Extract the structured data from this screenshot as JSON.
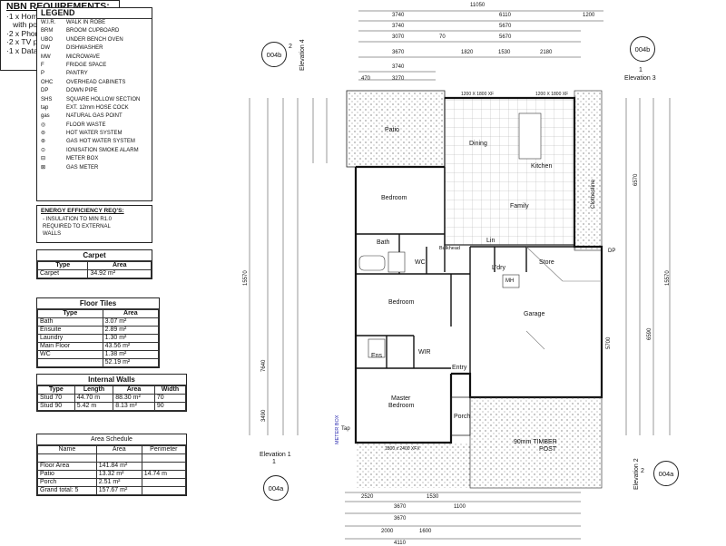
{
  "legend": {
    "title": "LEGEND",
    "items": [
      {
        "code": "W.I.R.",
        "desc": "WALK IN ROBE"
      },
      {
        "code": "BRM",
        "desc": "BROOM CUPBOARD"
      },
      {
        "code": "UBO",
        "desc": "UNDER BENCH OVEN"
      },
      {
        "code": "DW",
        "desc": "DISHWASHER"
      },
      {
        "code": "MW",
        "desc": "MICROWAVE"
      },
      {
        "code": "F",
        "desc": "FRIDGE SPACE"
      },
      {
        "code": "P",
        "desc": "PANTRY"
      },
      {
        "code": "OHC",
        "desc": "OVERHEAD CABINETS"
      },
      {
        "code": "DP",
        "desc": "DOWN PIPE"
      },
      {
        "code": "SHS",
        "desc": "SQUARE HOLLOW SECTION"
      },
      {
        "code": "tap",
        "desc": "EXT. 12mm HOSE COCK"
      },
      {
        "code": "gas",
        "desc": "NATURAL GAS POINT"
      },
      {
        "code": "",
        "desc": "FLOOR WASTE"
      },
      {
        "code": "",
        "desc": "HOT WATER SYSTEM"
      },
      {
        "code": "",
        "desc": "GAS HOT WATER SYSTEM"
      },
      {
        "code": "",
        "desc": "IONISATION SMOKE ALARM"
      },
      {
        "code": "",
        "desc": "METER BOX"
      },
      {
        "code": "",
        "desc": "GAS METER"
      }
    ]
  },
  "energy": {
    "title": "ENERGY EFFICIENCY REQ'S:",
    "lines": [
      "- INSULATION TO MIN R1.0",
      "REQUIRED TO EXTERNAL",
      "WALLS"
    ]
  },
  "carpet": {
    "title": "Carpet",
    "headers": [
      "Type",
      "Area"
    ],
    "rows": [
      [
        "Carpet",
        "34.92 m²"
      ]
    ]
  },
  "floor_tiles": {
    "title": "Floor Tiles",
    "headers": [
      "Type",
      "Area"
    ],
    "rows": [
      [
        "Bath",
        "3.07 m²"
      ],
      [
        "Ensuite",
        "2.89 m²"
      ],
      [
        "Laundry",
        "1.30 m²"
      ],
      [
        "Main Floor",
        "43.56 m²"
      ],
      [
        "WC",
        "1.38 m²"
      ]
    ],
    "total": "52.19 m²"
  },
  "internal_walls": {
    "title": "Internal Walls",
    "headers": [
      "Type",
      "Length",
      "Area",
      "Width"
    ],
    "rows": [
      [
        "Stud 70",
        "44.70 m",
        "88.30 m²",
        "70"
      ],
      [
        "Stud 90",
        "5.42 m",
        "8.13 m²",
        "90"
      ]
    ]
  },
  "area_schedule": {
    "title": "Area Schedule",
    "headers": [
      "Name",
      "Area",
      "Perimeter"
    ],
    "rows": [
      [
        "Floor Area",
        "141.84 m²",
        ""
      ],
      [
        "Patio",
        "13.32 m²",
        "14.74 m"
      ],
      [
        "Porch",
        "2.51 m²",
        ""
      ],
      [
        "Grand total: 5",
        "157.67 m²",
        ""
      ]
    ]
  },
  "nbn": {
    "title": "NBN REQUIREMENTS:",
    "lines": [
      "·1 x Home Distributor",
      "   with power supply",
      "·2 x Phone points",
      "·2 x TV points",
      "·1 x Data point"
    ]
  },
  "tags": {
    "t1": {
      "code": "004b",
      "num": "2",
      "label": "Elevation 4"
    },
    "t2": {
      "code": "004b",
      "num": "1",
      "label": "Elevation 3"
    },
    "t3": {
      "code": "004a",
      "num": "1",
      "label": "Elevation 1"
    },
    "t4": {
      "code": "004a",
      "num": "2",
      "label": "Elevation 2"
    }
  },
  "rooms": {
    "patio": "Patio",
    "dining": "Dining",
    "kitchen": "Kitchen",
    "bedroom1": "Bedroom",
    "family": "Family",
    "bath": "Bath",
    "wc": "WC",
    "ldry": "L'dry",
    "lin": "Lin",
    "store": "Store",
    "bedroom2": "Bedroom",
    "garage": "Garage",
    "ens": "Ens",
    "wir": "WIR",
    "entry": "Entry",
    "master": "Master",
    "master2": "Bedroom",
    "porch": "Porch",
    "post": "90mm TIMBER",
    "post2": "POST",
    "clothesline": "Clothesline",
    "mh": "MH",
    "bulkhead": "Bulkhead",
    "meterbox": "METER BOX",
    "tap": "Tap",
    "dp": "DP"
  },
  "dims": {
    "top_total": "11050",
    "top1": "3740",
    "top2": "6110",
    "top3": "1200",
    "top4": "3740",
    "top5": "5670",
    "r2a": "3070",
    "r2b": "70",
    "r2c": "5670",
    "r3a": "3670",
    "r3b": "1820",
    "r3c": "1530",
    "r3d": "2180",
    "r4": "3740",
    "r5a": "470",
    "r5b": "3270",
    "win1": "1200 X 1800 XF",
    "win2": "1200 X 1800 XF",
    "win3": "1800 x 2400 XFX",
    "left_total": "15570",
    "left1": "7640",
    "left2": "3490",
    "right_total": "15570",
    "right1": "6570",
    "right2": "5700",
    "right3": "6590",
    "b1": "2520",
    "b2": "3670",
    "b3": "1100",
    "b4": "3670",
    "b5": "1530",
    "b6": "2000",
    "b7": "1600",
    "b8": "4110"
  }
}
